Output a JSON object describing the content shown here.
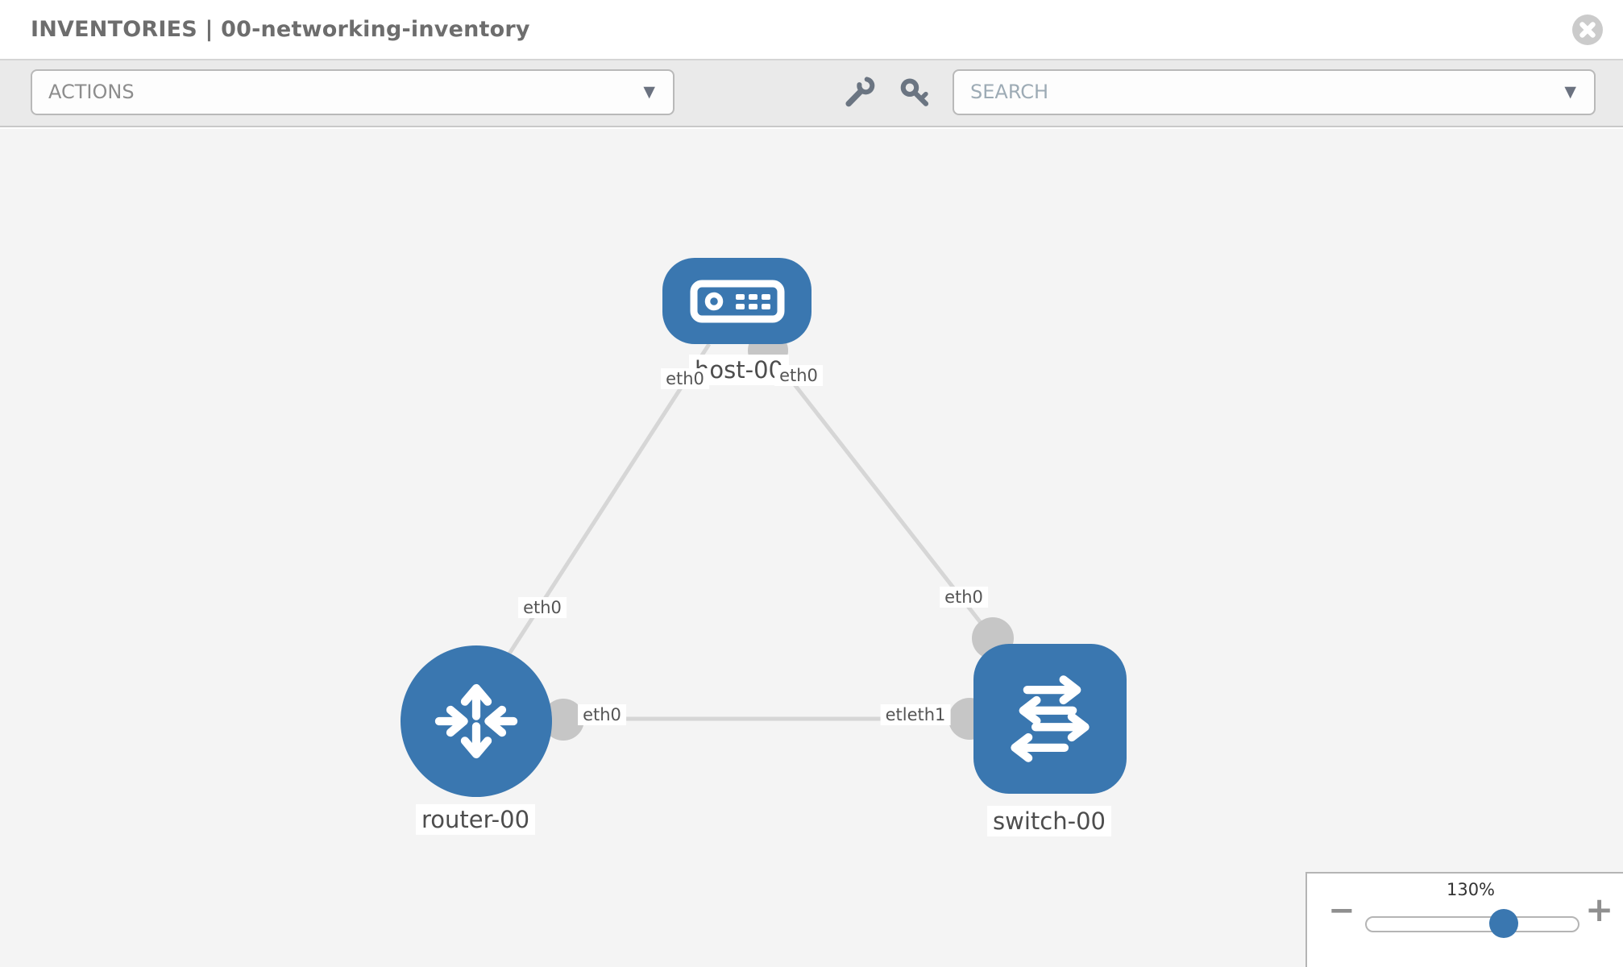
{
  "window": {
    "title": "INVENTORIES | 00-networking-inventory"
  },
  "toolbar": {
    "actions_label": "ACTIONS",
    "search_placeholder": "SEARCH"
  },
  "icons": {
    "dropdown_caret": "▼"
  },
  "topology": {
    "nodes": [
      {
        "label": "host-00",
        "type": "host"
      },
      {
        "label": "router-00",
        "type": "router"
      },
      {
        "label": "switch-00",
        "type": "switch"
      }
    ],
    "links": [
      {
        "from": "host-00",
        "to": "router-00"
      },
      {
        "from": "host-00",
        "to": "switch-00"
      },
      {
        "from": "router-00",
        "to": "switch-00"
      }
    ],
    "interface_labels": [
      {
        "text": "eth0",
        "location": "host-bottom-left"
      },
      {
        "text": "eth0",
        "location": "host-bottom-right"
      },
      {
        "text": "eth0",
        "location": "link-to-router"
      },
      {
        "text": "eth0",
        "location": "link-to-switch"
      },
      {
        "text": "eth0",
        "location": "router-switch-link-left"
      },
      {
        "text": "etleth1",
        "location": "router-switch-link-right"
      }
    ]
  },
  "zoom_control": {
    "level": "130%",
    "minus_label": "−",
    "plus_label": "+"
  },
  "colors": {
    "node_blue": "#3a77b0",
    "link_gray": "#d6d6d6",
    "port_gray": "#c6c6c6",
    "canvas_bg": "#f4f4f4",
    "toolbar_bg": "#eaeaea"
  }
}
